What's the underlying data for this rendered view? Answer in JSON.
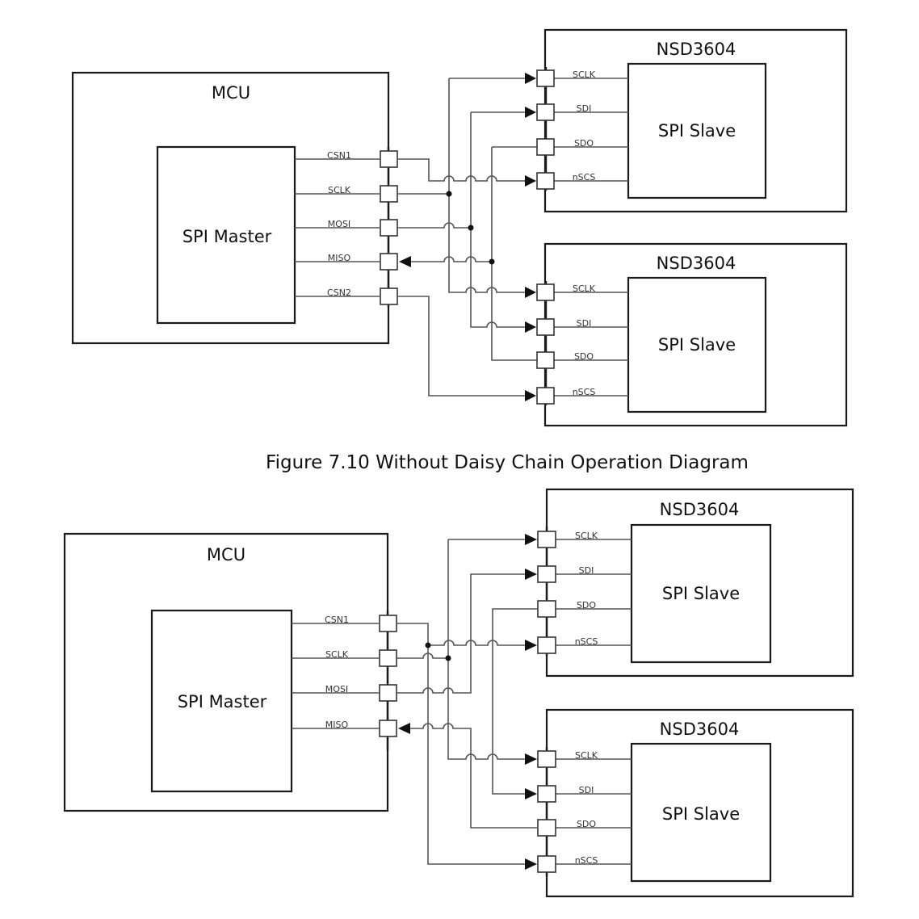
{
  "diagrams": [
    {
      "id": "without-daisy-chain",
      "mcu": {
        "title": "MCU",
        "master_label": "SPI Master",
        "pins": [
          "CSN1",
          "SCLK",
          "MOSI",
          "MISO",
          "CSN2"
        ]
      },
      "slaves": [
        {
          "title": "NSD3604",
          "label": "SPI Slave",
          "pins": [
            "SCLK",
            "SDI",
            "SDO",
            "nSCS"
          ]
        },
        {
          "title": "NSD3604",
          "label": "SPI Slave",
          "pins": [
            "SCLK",
            "SDI",
            "SDO",
            "nSCS"
          ]
        }
      ],
      "caption": "Figure 7.10 Without Daisy Chain Operation Diagram"
    },
    {
      "id": "daisy-chain",
      "mcu": {
        "title": "MCU",
        "master_label": "SPI Master",
        "pins": [
          "CSN1",
          "SCLK",
          "MOSI",
          "MISO"
        ]
      },
      "slaves": [
        {
          "title": "NSD3604",
          "label": "SPI Slave",
          "pins": [
            "SCLK",
            "SDI",
            "SDO",
            "nSCS"
          ]
        },
        {
          "title": "NSD3604",
          "label": "SPI Slave",
          "pins": [
            "SCLK",
            "SDI",
            "SDO",
            "nSCS"
          ]
        }
      ]
    }
  ]
}
